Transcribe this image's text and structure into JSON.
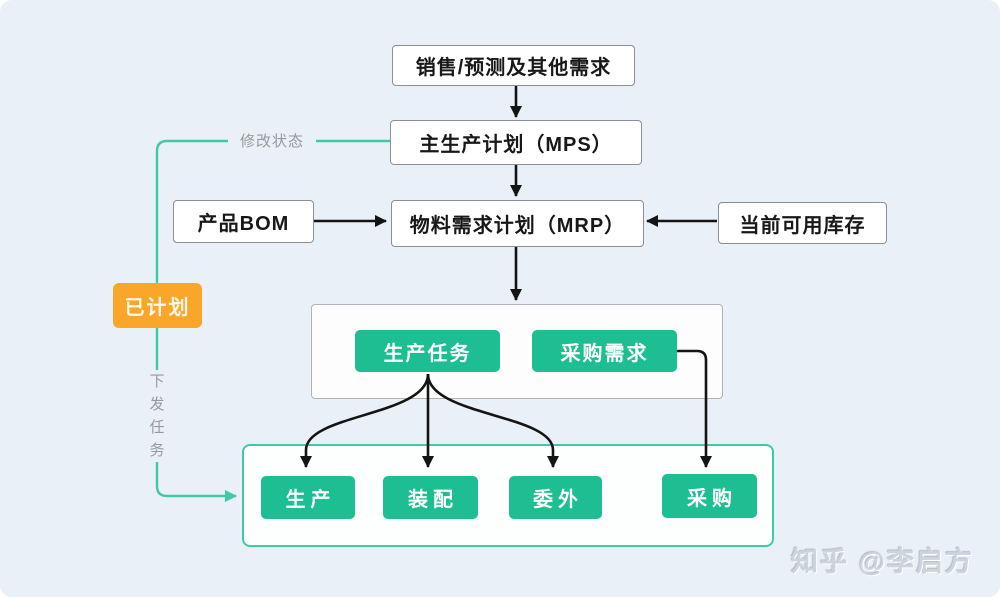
{
  "diagram": {
    "title_none": "",
    "nodes": {
      "sales_forecast": "销售/预测及其他需求",
      "mps": "主生产计划（MPS）",
      "mrp": "物料需求计划（MRP）",
      "product_bom": "产品BOM",
      "available_inventory": "当前可用库存",
      "production_task": "生产任务",
      "purchase_demand": "采购需求",
      "production": "生产",
      "assembly": "装配",
      "outsourcing": "委外",
      "purchase": "采购"
    },
    "labels": {
      "planned_status": "已计划",
      "modify_status": "修改状态",
      "dispatch_task": "下发任务"
    },
    "edges": [
      {
        "from": "销售/预测及其他需求",
        "to": "主生产计划（MPS）",
        "style": "black-arrow"
      },
      {
        "from": "主生产计划（MPS）",
        "to": "物料需求计划（MRP）",
        "style": "black-arrow"
      },
      {
        "from": "产品BOM",
        "to": "物料需求计划（MRP）",
        "style": "black-arrow"
      },
      {
        "from": "当前可用库存",
        "to": "物料需求计划（MRP）",
        "style": "black-arrow"
      },
      {
        "from": "物料需求计划（MRP）",
        "to": "生产任务/采购需求容器",
        "style": "black-arrow"
      },
      {
        "from": "生产任务",
        "to": "生产",
        "style": "black-curve-arrow"
      },
      {
        "from": "生产任务",
        "to": "装配",
        "style": "black-arrow"
      },
      {
        "from": "生产任务",
        "to": "委外",
        "style": "black-curve-arrow"
      },
      {
        "from": "采购需求",
        "to": "采购",
        "style": "black-elbow-arrow"
      },
      {
        "from": "已计划",
        "to": "主生产计划（MPS）",
        "label": "修改状态",
        "style": "teal-line"
      },
      {
        "from": "已计划",
        "to": "执行容器（生产/装配/委外/采购）",
        "label": "下发任务",
        "style": "teal-arrow"
      }
    ],
    "colors": {
      "background": "#E9F0F8",
      "node_fill": "#FFFFFF",
      "node_border": "#8A8F96",
      "accent_green": "#1CBE92",
      "container_green_border": "#3FC9A4",
      "badge_orange": "#F9A62B",
      "arrow_black": "#141414",
      "label_gray": "#98999B",
      "watermark_gray": "#CCD4DE"
    },
    "watermark": "知乎 @李启方"
  }
}
